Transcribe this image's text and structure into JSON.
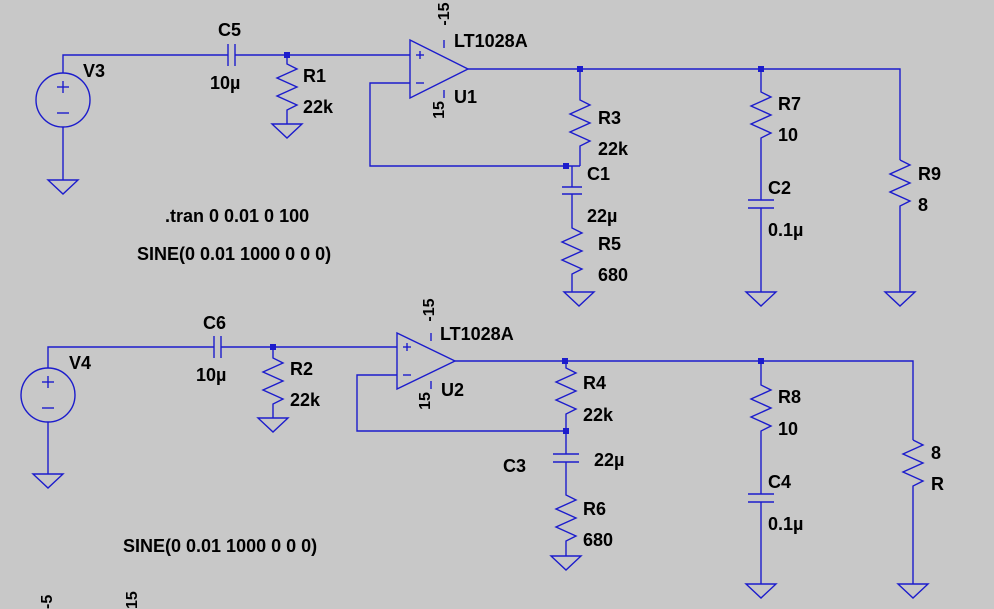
{
  "colors": {
    "background": "#c8c8c8",
    "wire": "#1c1ccc",
    "text": "#000000"
  },
  "circuit1": {
    "source": "V3",
    "coupling_cap": {
      "name": "C5",
      "value": "10µ"
    },
    "bias_res": {
      "name": "R1",
      "value": "22k"
    },
    "opamp": {
      "model": "LT1028A",
      "name": "U1",
      "vneg": "-15",
      "vpos": "15"
    },
    "fb_res": {
      "name": "R3",
      "value": "22k"
    },
    "fb_cap": {
      "name": "C1",
      "value": "22µ"
    },
    "gnd_res": {
      "name": "R5",
      "value": "680"
    },
    "zobel_res": {
      "name": "R7",
      "value": "10"
    },
    "zobel_cap": {
      "name": "C2",
      "value": "0.1µ"
    },
    "load": {
      "name": "R9",
      "value": "8"
    },
    "directive": ".tran 0 0.01 0 100",
    "source_spec": "SINE(0 0.01 1000 0 0 0)"
  },
  "circuit2": {
    "source": "V4",
    "coupling_cap": {
      "name": "C6",
      "value": "10µ"
    },
    "bias_res": {
      "name": "R2",
      "value": "22k"
    },
    "opamp": {
      "model": "LT1028A",
      "name": "U2",
      "vneg": "-15",
      "vpos": "15"
    },
    "fb_res": {
      "name": "R4",
      "value": "22k"
    },
    "fb_cap": {
      "name": "C3",
      "value": "22µ"
    },
    "gnd_res": {
      "name": "R6",
      "value": "680"
    },
    "zobel_res": {
      "name": "R8",
      "value": "10"
    },
    "zobel_cap": {
      "name": "C4",
      "value": "0.1µ"
    },
    "load": {
      "name": "R",
      "value": "8"
    },
    "source_spec": "SINE(0 0.01 1000 0 0 0)"
  },
  "partial_labels": {
    "left": "-5",
    "right": "15"
  }
}
